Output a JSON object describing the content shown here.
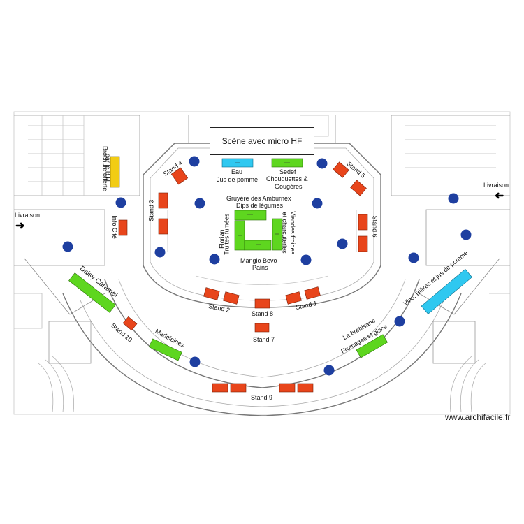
{
  "scene": {
    "label": "Scène avec micro HF"
  },
  "credit": "www.archifacile.fr",
  "colors": {
    "red": "#e8451b",
    "green": "#5ed61f",
    "blue": "#2fc8f0",
    "yellow": "#f2cc14",
    "dot": "#1e3fa0",
    "line": "#8a8a8a"
  },
  "labels": {
    "livraison_left": "Livraison",
    "livraison_right": "Livraison",
    "eau": "Eau",
    "jus": "Jus de pomme",
    "sedef": "Sedef",
    "chouquettes": "Chouquettes  &",
    "gougeres": "Gougères",
    "gruyere": "Gruyère des Amburnex",
    "dips": "Dips de légumes",
    "viandes": "Viandes froides",
    "charcuteries": "et charcuteries",
    "florian": "Florian",
    "truites": "Truites fumées",
    "mangio": "Mangio Bevo",
    "pains": "Pains",
    "brochure": "Brochure offerte",
    "par_bf": "par le B.H.",
    "info_cite": "Info Cité",
    "stand1": "Stand 1",
    "stand2": "Stand 2",
    "stand3": "Stand 3",
    "stand4": "Stand 4",
    "stand5": "Stand 5",
    "stand6": "Stand 6",
    "stand7": "Stand 7",
    "stand8": "Stand 8",
    "stand9": "Stand 9",
    "stand10": "Stand 10",
    "daisy": "Daisy Caramel",
    "madeleines": "Madeleines",
    "brebisane": "La brebisane",
    "fromages": "Fromages et glace",
    "vins": "Vins, Bières et jus de pomme"
  }
}
